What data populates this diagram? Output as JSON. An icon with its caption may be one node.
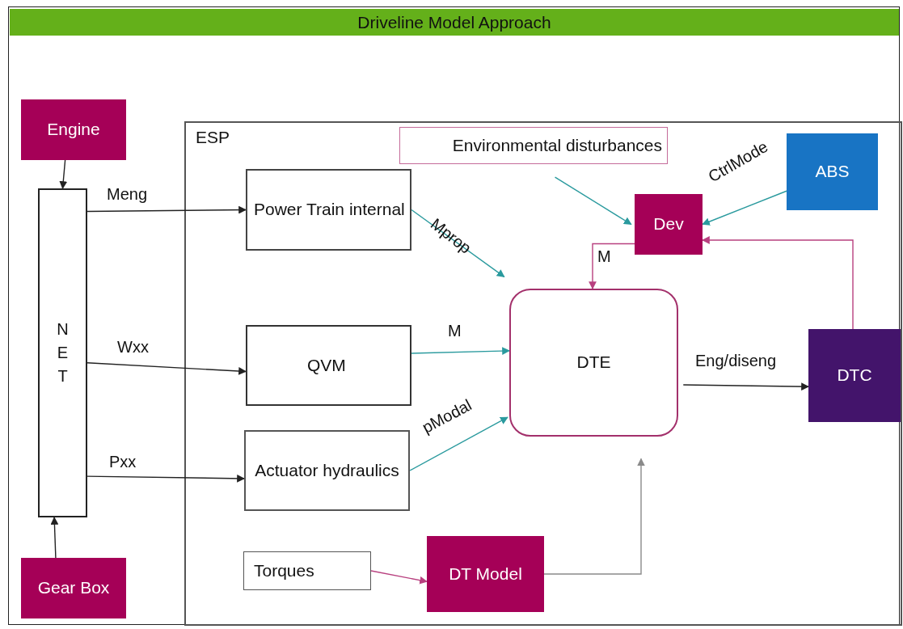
{
  "diagram": {
    "title": "Driveline Model Approach",
    "nodes": [
      {
        "text": [
          "Engine"
        ]
      },
      {
        "text": [
          "NET"
        ]
      },
      {
        "text": [
          "Gear Box"
        ]
      },
      {
        "text": [
          "ESP"
        ]
      },
      {
        "text": [
          "Environmental disturbances"
        ],
        "in": 3
      },
      {
        "text": [
          "ABS"
        ],
        "in": 3
      },
      {
        "text": [
          "Power Train internal"
        ],
        "in": 3
      },
      {
        "text": [
          "Dev"
        ],
        "in": 3
      },
      {
        "text": [
          "DTE"
        ],
        "in": 3
      },
      {
        "text": [
          "QVM"
        ],
        "in": 3
      },
      {
        "text": [
          "Actuator hydraulics"
        ],
        "in": 3
      },
      {
        "text": [
          "DTC"
        ],
        "in": 3
      },
      {
        "text": [
          "Torques"
        ],
        "in": 3
      },
      {
        "text": [
          "DT Model"
        ],
        "in": 3
      }
    ],
    "edges": [
      {
        "from": 0,
        "to": 1,
        "arrow": "to"
      },
      {
        "from": 2,
        "to": 1,
        "arrow": "to"
      },
      {
        "from": 1,
        "to": 6,
        "label": "Meng",
        "arrow": "to"
      },
      {
        "from": 1,
        "to": 9,
        "label": "Wxx",
        "arrow": "to"
      },
      {
        "from": 1,
        "to": 10,
        "label": "Pxx",
        "arrow": "to"
      },
      {
        "from": 6,
        "to": 8,
        "label": "Mprop",
        "arrow": "to",
        "color": "#2a9a9e"
      },
      {
        "from": 4,
        "to": 7,
        "arrow": "to",
        "color": "#2a9a9e"
      },
      {
        "from": 5,
        "to": 7,
        "label": "CtrlMode",
        "arrow": "to",
        "color": "#2a9a9e"
      },
      {
        "from": 7,
        "to": 8,
        "label": "M",
        "arrow": "to",
        "color": "#b8407f"
      },
      {
        "from": 9,
        "to": 8,
        "label": "M",
        "arrow": "to",
        "color": "#2a9a9e"
      },
      {
        "from": 10,
        "to": 8,
        "label": "pModal",
        "arrow": "to",
        "color": "#2a9a9e"
      },
      {
        "from": 8,
        "to": 11,
        "label": "Eng/diseng",
        "arrow": "to"
      },
      {
        "from": 11,
        "to": 7,
        "arrow": "to",
        "color": "#b8407f"
      },
      {
        "from": 12,
        "to": 13,
        "arrow": "to",
        "color": "#b8407f"
      },
      {
        "from": 13,
        "to": 8,
        "arrow": "to",
        "color": "#8a8a8a"
      }
    ]
  }
}
